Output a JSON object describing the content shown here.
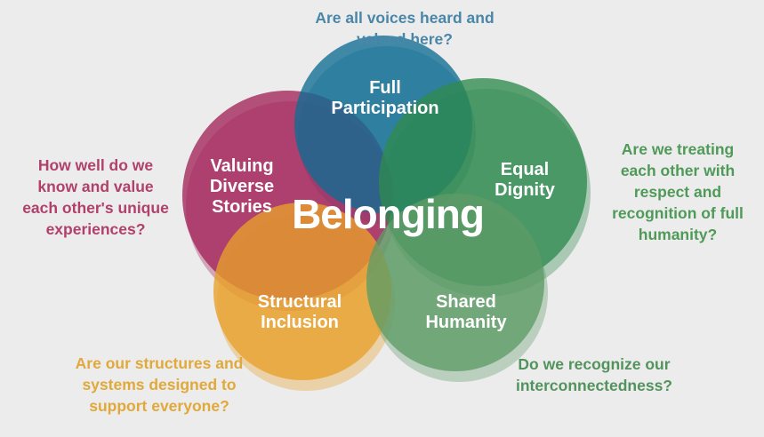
{
  "center_title": "Belonging",
  "circles": [
    {
      "id": "valuing",
      "label_lines": [
        "Valuing",
        "Diverse",
        "Stories"
      ],
      "color": "#a3245a"
    },
    {
      "id": "participation",
      "label_lines": [
        "Full",
        "Participation"
      ],
      "color": "#0e6d94"
    },
    {
      "id": "dignity",
      "label_lines": [
        "Equal",
        "Dignity"
      ],
      "color": "#2f8a4e"
    },
    {
      "id": "inclusion",
      "label_lines": [
        "Structural",
        "Inclusion"
      ],
      "color": "#e8a02a"
    },
    {
      "id": "humanity",
      "label_lines": [
        "Shared",
        "Humanity"
      ],
      "color": "#5e9b67"
    }
  ],
  "questions": {
    "top": "Are all voices heard and\nvalued here?",
    "left": "How well do we\nknow and value\neach other's unique\nexperiences?",
    "right": "Are we treating\neach other with\nrespect and\nrecognition of full\nhumanity?",
    "bottom_left": "Are our structures and\nsystems designed to\nsupport everyone?",
    "bottom_right": "Do we recognize our\ninterconnectedness?"
  }
}
